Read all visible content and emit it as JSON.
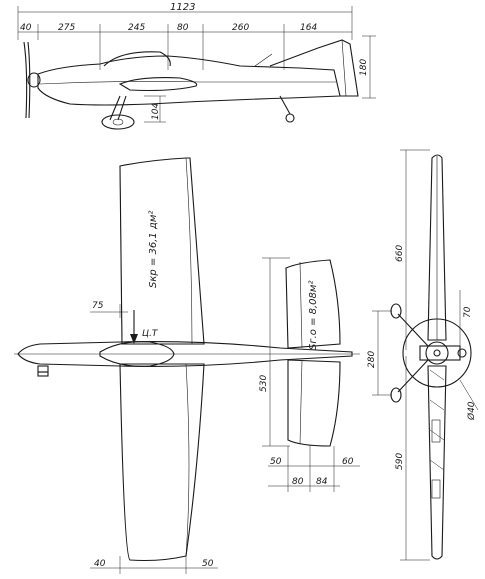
{
  "side_view": {
    "overall_length": "1123",
    "segment_1": "40",
    "segment_2": "275",
    "segment_3": "245",
    "segment_4": "80",
    "segment_5": "260",
    "segment_6": "164",
    "tail_height": "180",
    "gear_height": "104"
  },
  "top_view": {
    "wing_area": "Sкр = 36,1 дм²",
    "stab_area": "Sг.о = 8,08м²",
    "cg_offset": "75",
    "cg_label": "Ц.T",
    "stab_span": "530",
    "stab_le_offset": "50",
    "stab_te_offset": "60",
    "stab_root_1": "80",
    "stab_root_2": "84",
    "wing_tip_le": "40",
    "wing_tip_te": "50"
  },
  "front_view": {
    "upper_wing_span": "660",
    "lower_wing_span": "590",
    "gear_track": "280",
    "engine_offset": "70",
    "prop_diameter": "Ø40"
  }
}
